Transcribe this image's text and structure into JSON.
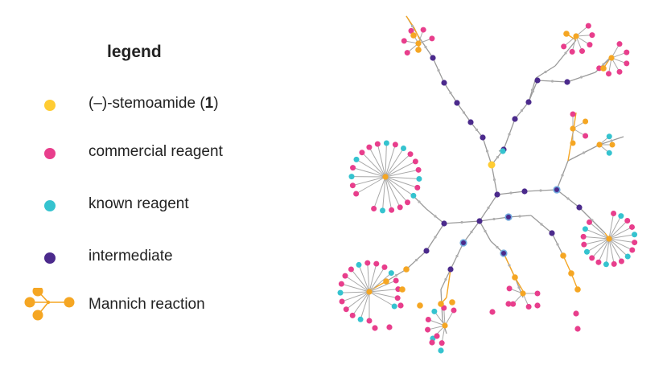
{
  "legend": {
    "title": "legend",
    "items": [
      {
        "key": "target",
        "label_prefix": "(–)-stemoamide (",
        "label_bold": "1",
        "label_suffix": ")",
        "color": "#ffcc33"
      },
      {
        "key": "commercial",
        "label": "commercial reagent",
        "color": "#e83e8c"
      },
      {
        "key": "known",
        "label": "known reagent",
        "color": "#35c3cf"
      },
      {
        "key": "intermediate",
        "label": "intermediate",
        "color": "#4b2a8c"
      },
      {
        "key": "mannich",
        "label": "Mannich reaction",
        "color": "#f5a623"
      }
    ]
  },
  "colors": {
    "edge": "#9a9a9a",
    "mannich_edge": "#f5a623",
    "target": "#ffcc33",
    "commercial": "#e83e8c",
    "known": "#35c3cf",
    "intermediate": "#4b2a8c",
    "mannich": "#f5a623",
    "step": "#b0b0b0"
  }
}
